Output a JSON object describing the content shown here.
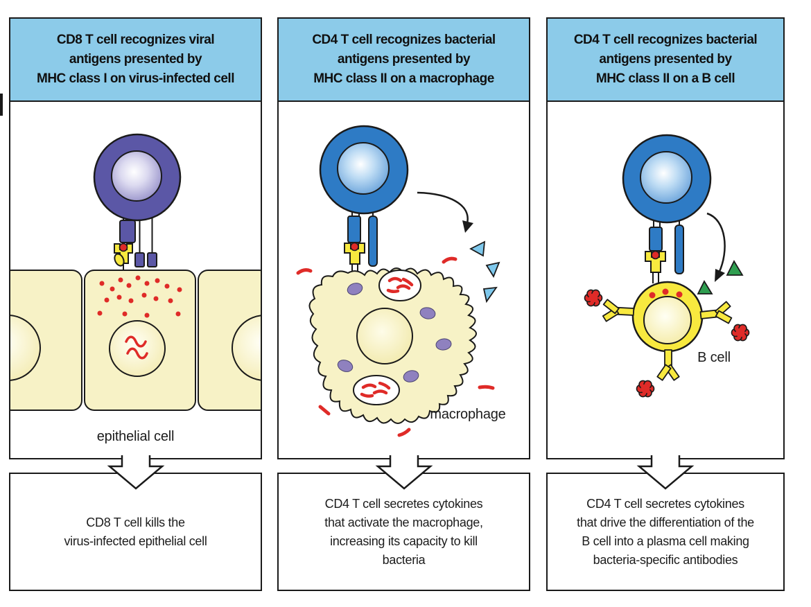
{
  "figure": {
    "type": "immunology-diagram",
    "panels": [
      {
        "header_lines": [
          "CD8 T cell recognizes viral",
          "antigens presented by",
          "MHC class I on virus-infected cell"
        ],
        "cell_label": "epithelial cell",
        "caption_lines": [
          "CD8 T cell kills the",
          "virus-infected epithelial cell"
        ]
      },
      {
        "header_lines": [
          "CD4 T cell recognizes bacterial",
          "antigens presented by",
          "MHC class II on a macrophage"
        ],
        "cell_label": "macrophage",
        "caption_lines": [
          "CD4 T cell secretes cytokines",
          "that activate the macrophage,",
          "increasing its capacity to kill",
          "bacteria"
        ]
      },
      {
        "header_lines": [
          "CD4 T cell recognizes bacterial",
          "antigens presented by",
          "MHC class II on a B cell"
        ],
        "cell_label": "B cell",
        "caption_lines": [
          "CD4 T cell secretes cytokines",
          "that drive the differentiation of the",
          "B cell into a plasma cell making",
          "bacteria-specific antibodies"
        ]
      }
    ],
    "colors": {
      "header_bg": "#8CCBE9",
      "outline": "#1A1A1A",
      "cd8_purple": "#5B57A6",
      "cd4_blue": "#2E7BC5",
      "pale_yellow": "#F7F2C6",
      "bright_yellow": "#F8E93F",
      "antigen_red": "#DF2B28",
      "organelle_purple": "#8F81BF",
      "cytokine_cyan": "#7EC8EC",
      "cytokine_green": "#2F9E50"
    }
  }
}
